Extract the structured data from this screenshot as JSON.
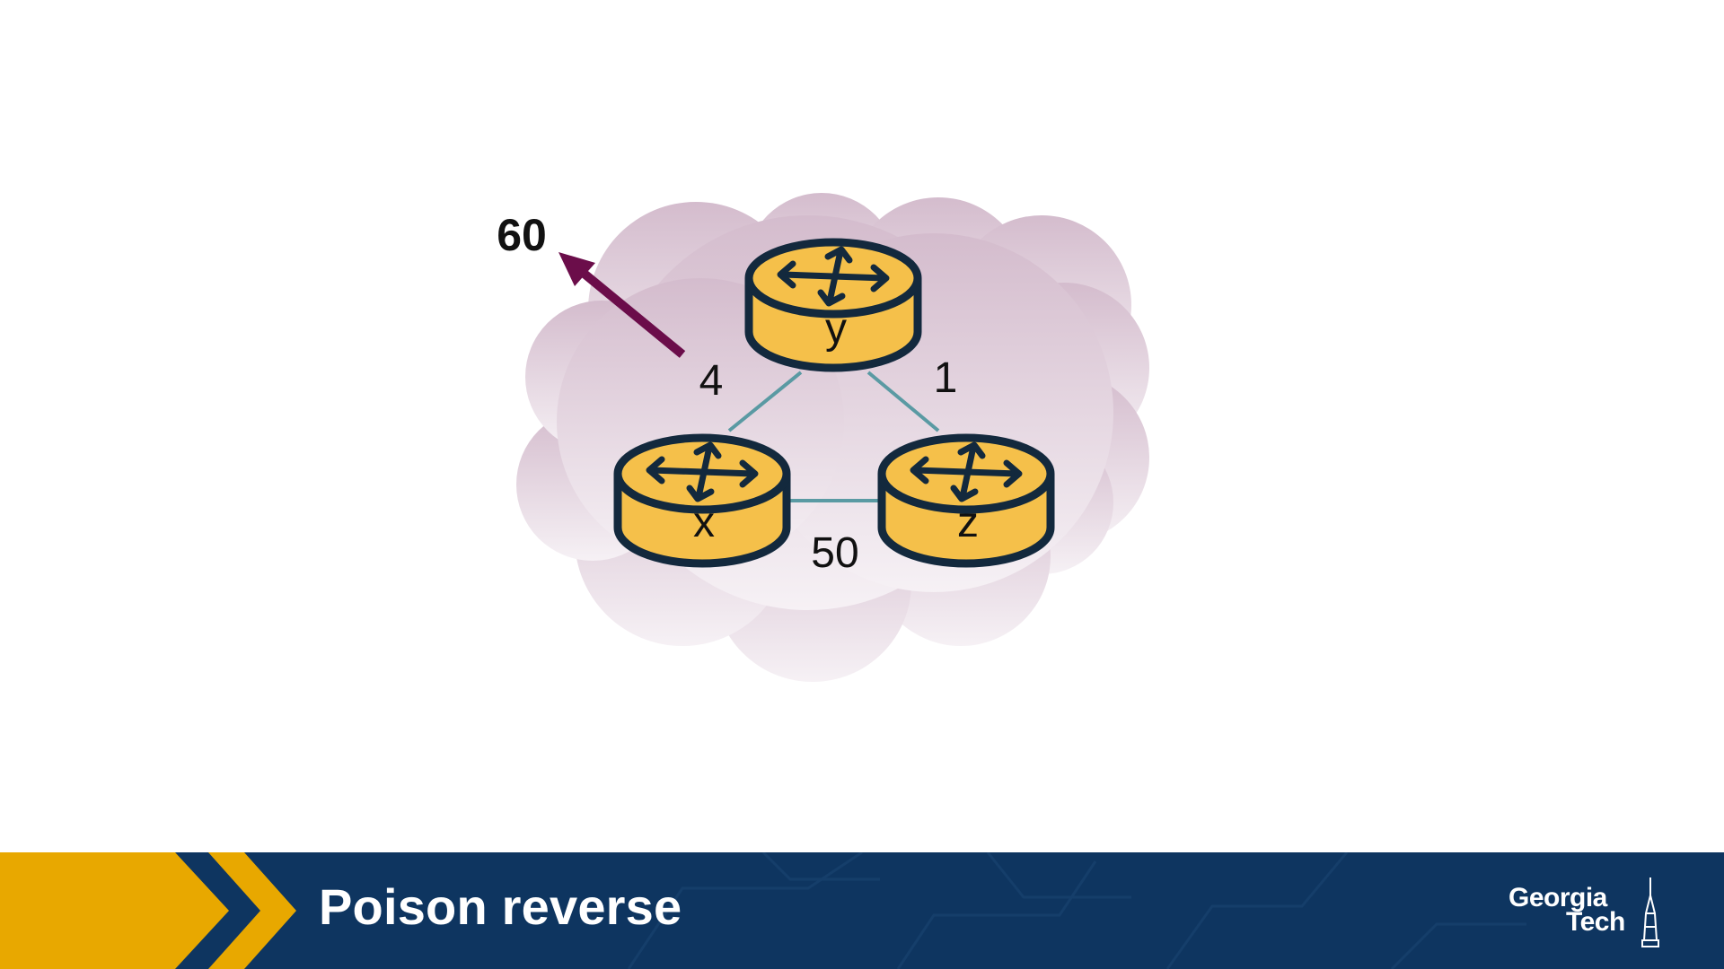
{
  "slide": {
    "title": "Poison reverse"
  },
  "diagram": {
    "nodes": [
      {
        "id": "y",
        "label": "y"
      },
      {
        "id": "x",
        "label": "x"
      },
      {
        "id": "z",
        "label": "z"
      }
    ],
    "links": [
      {
        "from": "x",
        "to": "y",
        "cost": "4"
      },
      {
        "from": "y",
        "to": "z",
        "cost": "1"
      },
      {
        "from": "x",
        "to": "z",
        "cost": "50"
      }
    ],
    "advertisement": {
      "value": "60"
    },
    "colors": {
      "router_fill": "#f5c04a",
      "router_outline": "#13293d",
      "link": "#5a9aa3",
      "arrow": "#6b0d4a",
      "cloud_top": "#d4bccd",
      "cloud_bottom": "#f6f1f5",
      "footer": "#0e3560",
      "chevron_gold": "#e8a800"
    }
  },
  "branding": {
    "logo_line1": "Georgia",
    "logo_line2": "Tech",
    "icon": "tower-icon"
  }
}
